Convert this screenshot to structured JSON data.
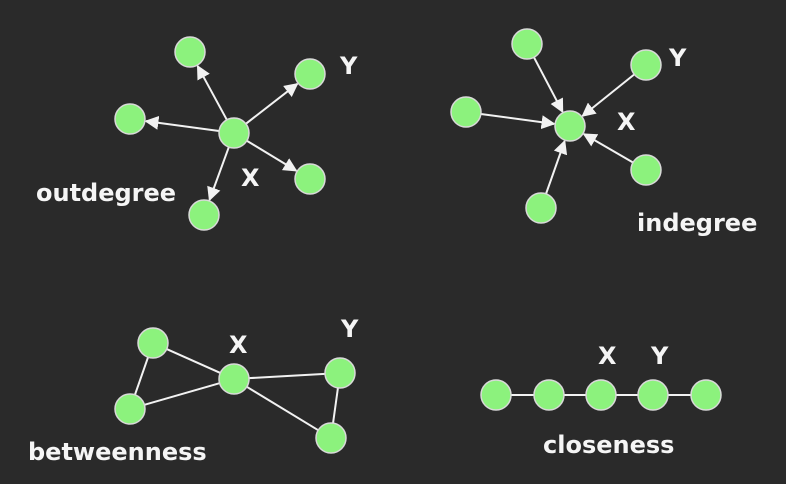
{
  "colors": {
    "background": "#2a2a2a",
    "node": "#8cf27d",
    "edge": "#f2f2f2",
    "text": "#f5f5f5"
  },
  "panels": {
    "outdegree": {
      "caption": "outdegree",
      "x_label": "X",
      "y_label": "Y"
    },
    "indegree": {
      "caption": "indegree",
      "x_label": "X",
      "y_label": "Y"
    },
    "betweenness": {
      "caption": "betweenness",
      "x_label": "X",
      "y_label": "Y"
    },
    "closeness": {
      "caption": "closeness",
      "x_label": "X",
      "y_label": "Y"
    }
  }
}
